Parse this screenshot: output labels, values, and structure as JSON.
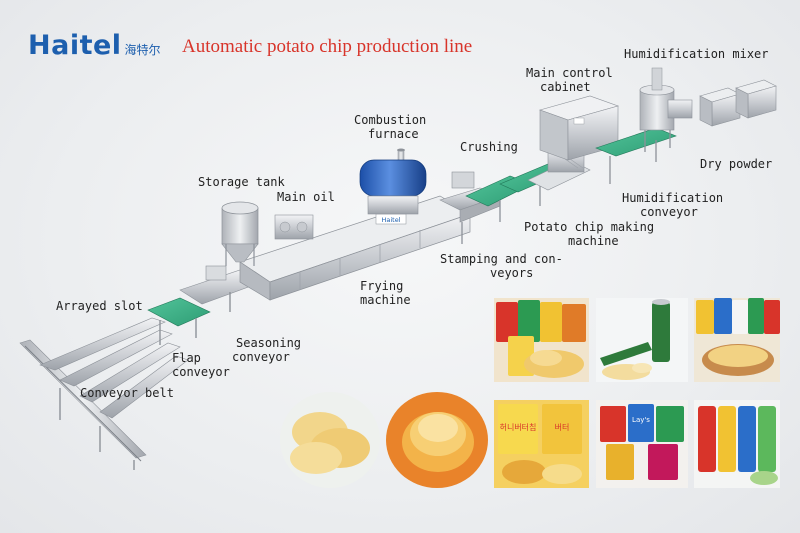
{
  "brand": {
    "name": "Haitel",
    "chinese": "海特尔",
    "color": "#1d5fae"
  },
  "title": "Automatic potato chip production line",
  "title_color": "#d8342a",
  "labels": {
    "humidification_mixer": "Humidification mixer",
    "main_control_cabinet": [
      "Main control",
      "cabinet"
    ],
    "combustion_furnace": [
      "Combustion",
      "furnace"
    ],
    "crushing": "Crushing",
    "dry_powder": "Dry powder",
    "storage_tank": "Storage tank",
    "main_oil": "Main oil",
    "humidification_conveyor": [
      "Humidification",
      "conveyor"
    ],
    "chip_making_machine": [
      "Potato chip making",
      "machine"
    ],
    "stamping_conveyors": [
      "Stamping and con-",
      "veyors"
    ],
    "frying_machine": [
      "Frying",
      "machine"
    ],
    "arrayed_slot": "Arrayed slot",
    "seasoning_conveyor": [
      "Seasoning",
      "conveyor"
    ],
    "flap_conveyor": [
      "Flap",
      "conveyor"
    ],
    "conveyor_belt": "Conveyor belt"
  },
  "machine_tag": "Haitel",
  "photo_packs": {
    "korean_1": "허니버터칩",
    "korean_2": "버터",
    "brand_pack": "Lay's"
  }
}
